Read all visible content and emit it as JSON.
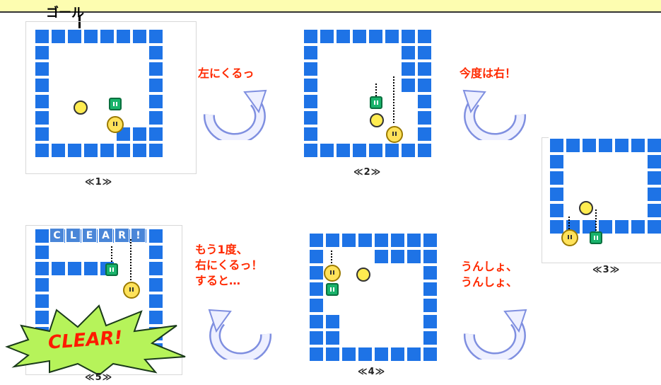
{
  "goal_label": "ゴール",
  "captions": [
    "≪1≫",
    "≪2≫",
    "≪3≫",
    "≪4≫",
    "≪5≫"
  ],
  "notes": {
    "step1": "左にくるっ",
    "step2": "今度は右！",
    "step3": [
      "うんしょ、",
      "うんしょ、"
    ],
    "step4": [
      "もう1度、",
      "右にくるっ！",
      "すると…"
    ]
  },
  "clear_bar": [
    "C",
    "L",
    "E",
    "A",
    "R",
    "!"
  ],
  "clear_burst": "CLEAR!",
  "colors": {
    "wall": "#1e73e6",
    "note": "#ff2a00",
    "arrow": "#b8c4f4",
    "burst": "#b6f35a"
  }
}
